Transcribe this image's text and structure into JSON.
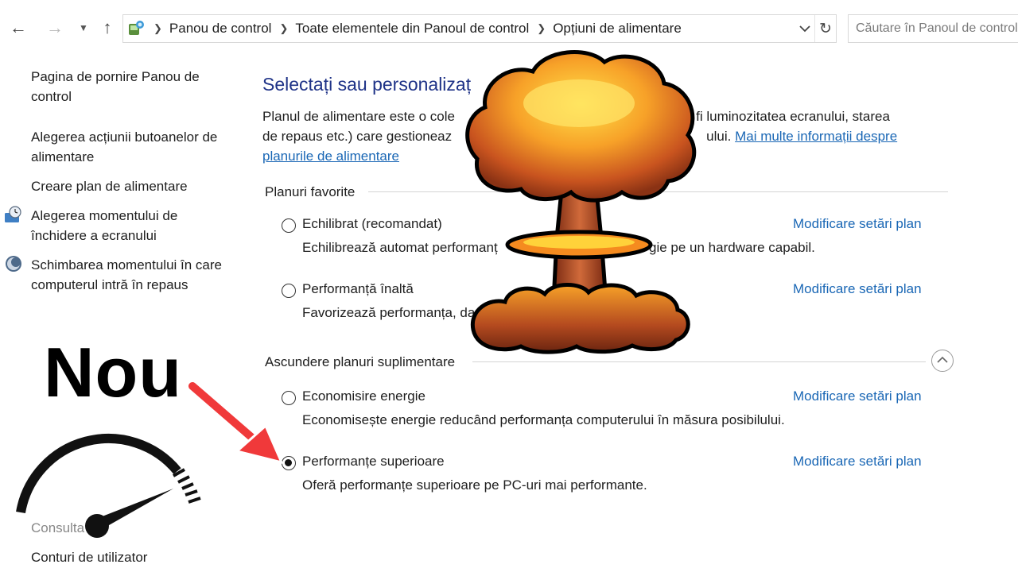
{
  "address_bar": {
    "crumbs": [
      "Panou de control",
      "Toate elementele din Panoul de control",
      "Opțiuni de alimentare"
    ],
    "search_placeholder": "Căutare în Panoul de control"
  },
  "sidebar": {
    "home": "Pagina de pornire Panou de control",
    "links": [
      "Alegerea acțiunii butoanelor de alimentare",
      "Creare plan de alimentare",
      "Alegerea momentului de închidere a ecranului",
      "Schimbarea momentului în care computerul intră în repaus"
    ],
    "see_also_partial": "Consulta",
    "bottom_link": "Conturi de utilizator"
  },
  "main": {
    "title": "Selectați sau personalizaț",
    "description_line1": "Planul de alimentare este o cole",
    "description_line1_right": "um ar fi luminozitatea ecranului, starea",
    "description_line2": "de repaus etc.) care gestioneaz",
    "description_line2_right": "ului.",
    "description_link_1": "Mai multe informații despre",
    "description_link_2": "planurile de alimentare",
    "favorites_header": "Planuri favorite",
    "extra_header": "Ascundere planuri suplimentare",
    "change_label": "Modificare setări plan",
    "plans": [
      {
        "name": "Echilibrat (recomandat)",
        "desc": "Echilibrează automat performanț",
        "desc_right": "gie pe un hardware capabil.",
        "selected": false
      },
      {
        "name": "Performanță înaltă",
        "desc": "Favorizează performanța, da",
        "desc_right": "",
        "selected": false
      },
      {
        "name": "Economisire energie",
        "desc": "Economisește energie reducând performanța computerului în măsura posibilului.",
        "desc_right": "",
        "selected": false
      },
      {
        "name": "Performanțe superioare",
        "desc": "Oferă performanțe superioare pe PC-uri mai performante.",
        "desc_right": "",
        "selected": true
      }
    ]
  },
  "overlay": {
    "label": "Nou",
    "arrow_color": "#f0393a",
    "cloud_colors": [
      "#ffd23a",
      "#f58b1f",
      "#c24a1f",
      "#7a2a12"
    ]
  }
}
